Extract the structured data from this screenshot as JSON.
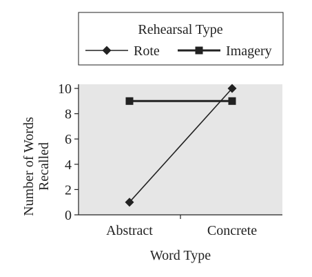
{
  "chart_data": {
    "type": "line",
    "categories": [
      "Abstract",
      "Concrete"
    ],
    "series": [
      {
        "name": "Rote",
        "marker": "diamond",
        "values": [
          1,
          10
        ]
      },
      {
        "name": "Imagery",
        "marker": "square",
        "values": [
          9,
          9
        ]
      }
    ],
    "xlabel": "Word Type",
    "ylabel": [
      "Number of Words",
      "Recalled"
    ],
    "ylim": [
      0,
      10
    ],
    "yticks": [
      0,
      2,
      4,
      6,
      8,
      10
    ],
    "grid": false,
    "legend": {
      "title": "Rehearsal Type",
      "position": "top"
    },
    "colors": {
      "plot_background": "#e6e6e6",
      "line": "#222222",
      "text": "#222222"
    }
  }
}
